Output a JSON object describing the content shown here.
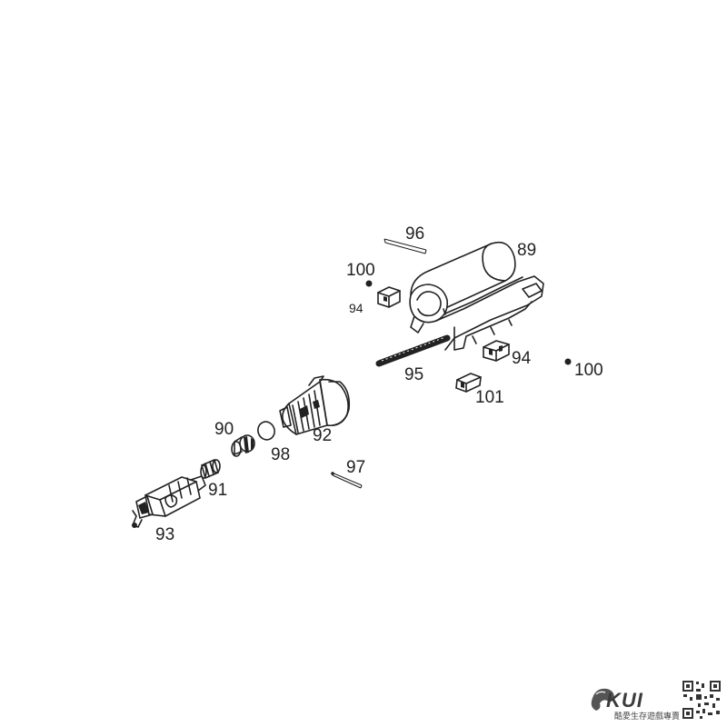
{
  "diagram": {
    "part_numbers": {
      "p89": "89",
      "p90": "90",
      "p91": "91",
      "p92": "92",
      "p93": "93",
      "p94_left": "94",
      "p94_right": "94",
      "p95": "95",
      "p96": "96",
      "p97": "97",
      "p98": "98",
      "p100_left": "100",
      "p100_right": "100",
      "p101": "101"
    }
  },
  "watermark": {
    "brand": "KUI",
    "tagline": "酷愛生存遊戲專賣",
    "logo_icon": "bird-logo-icon",
    "qr_icon": "qr-code-icon"
  }
}
